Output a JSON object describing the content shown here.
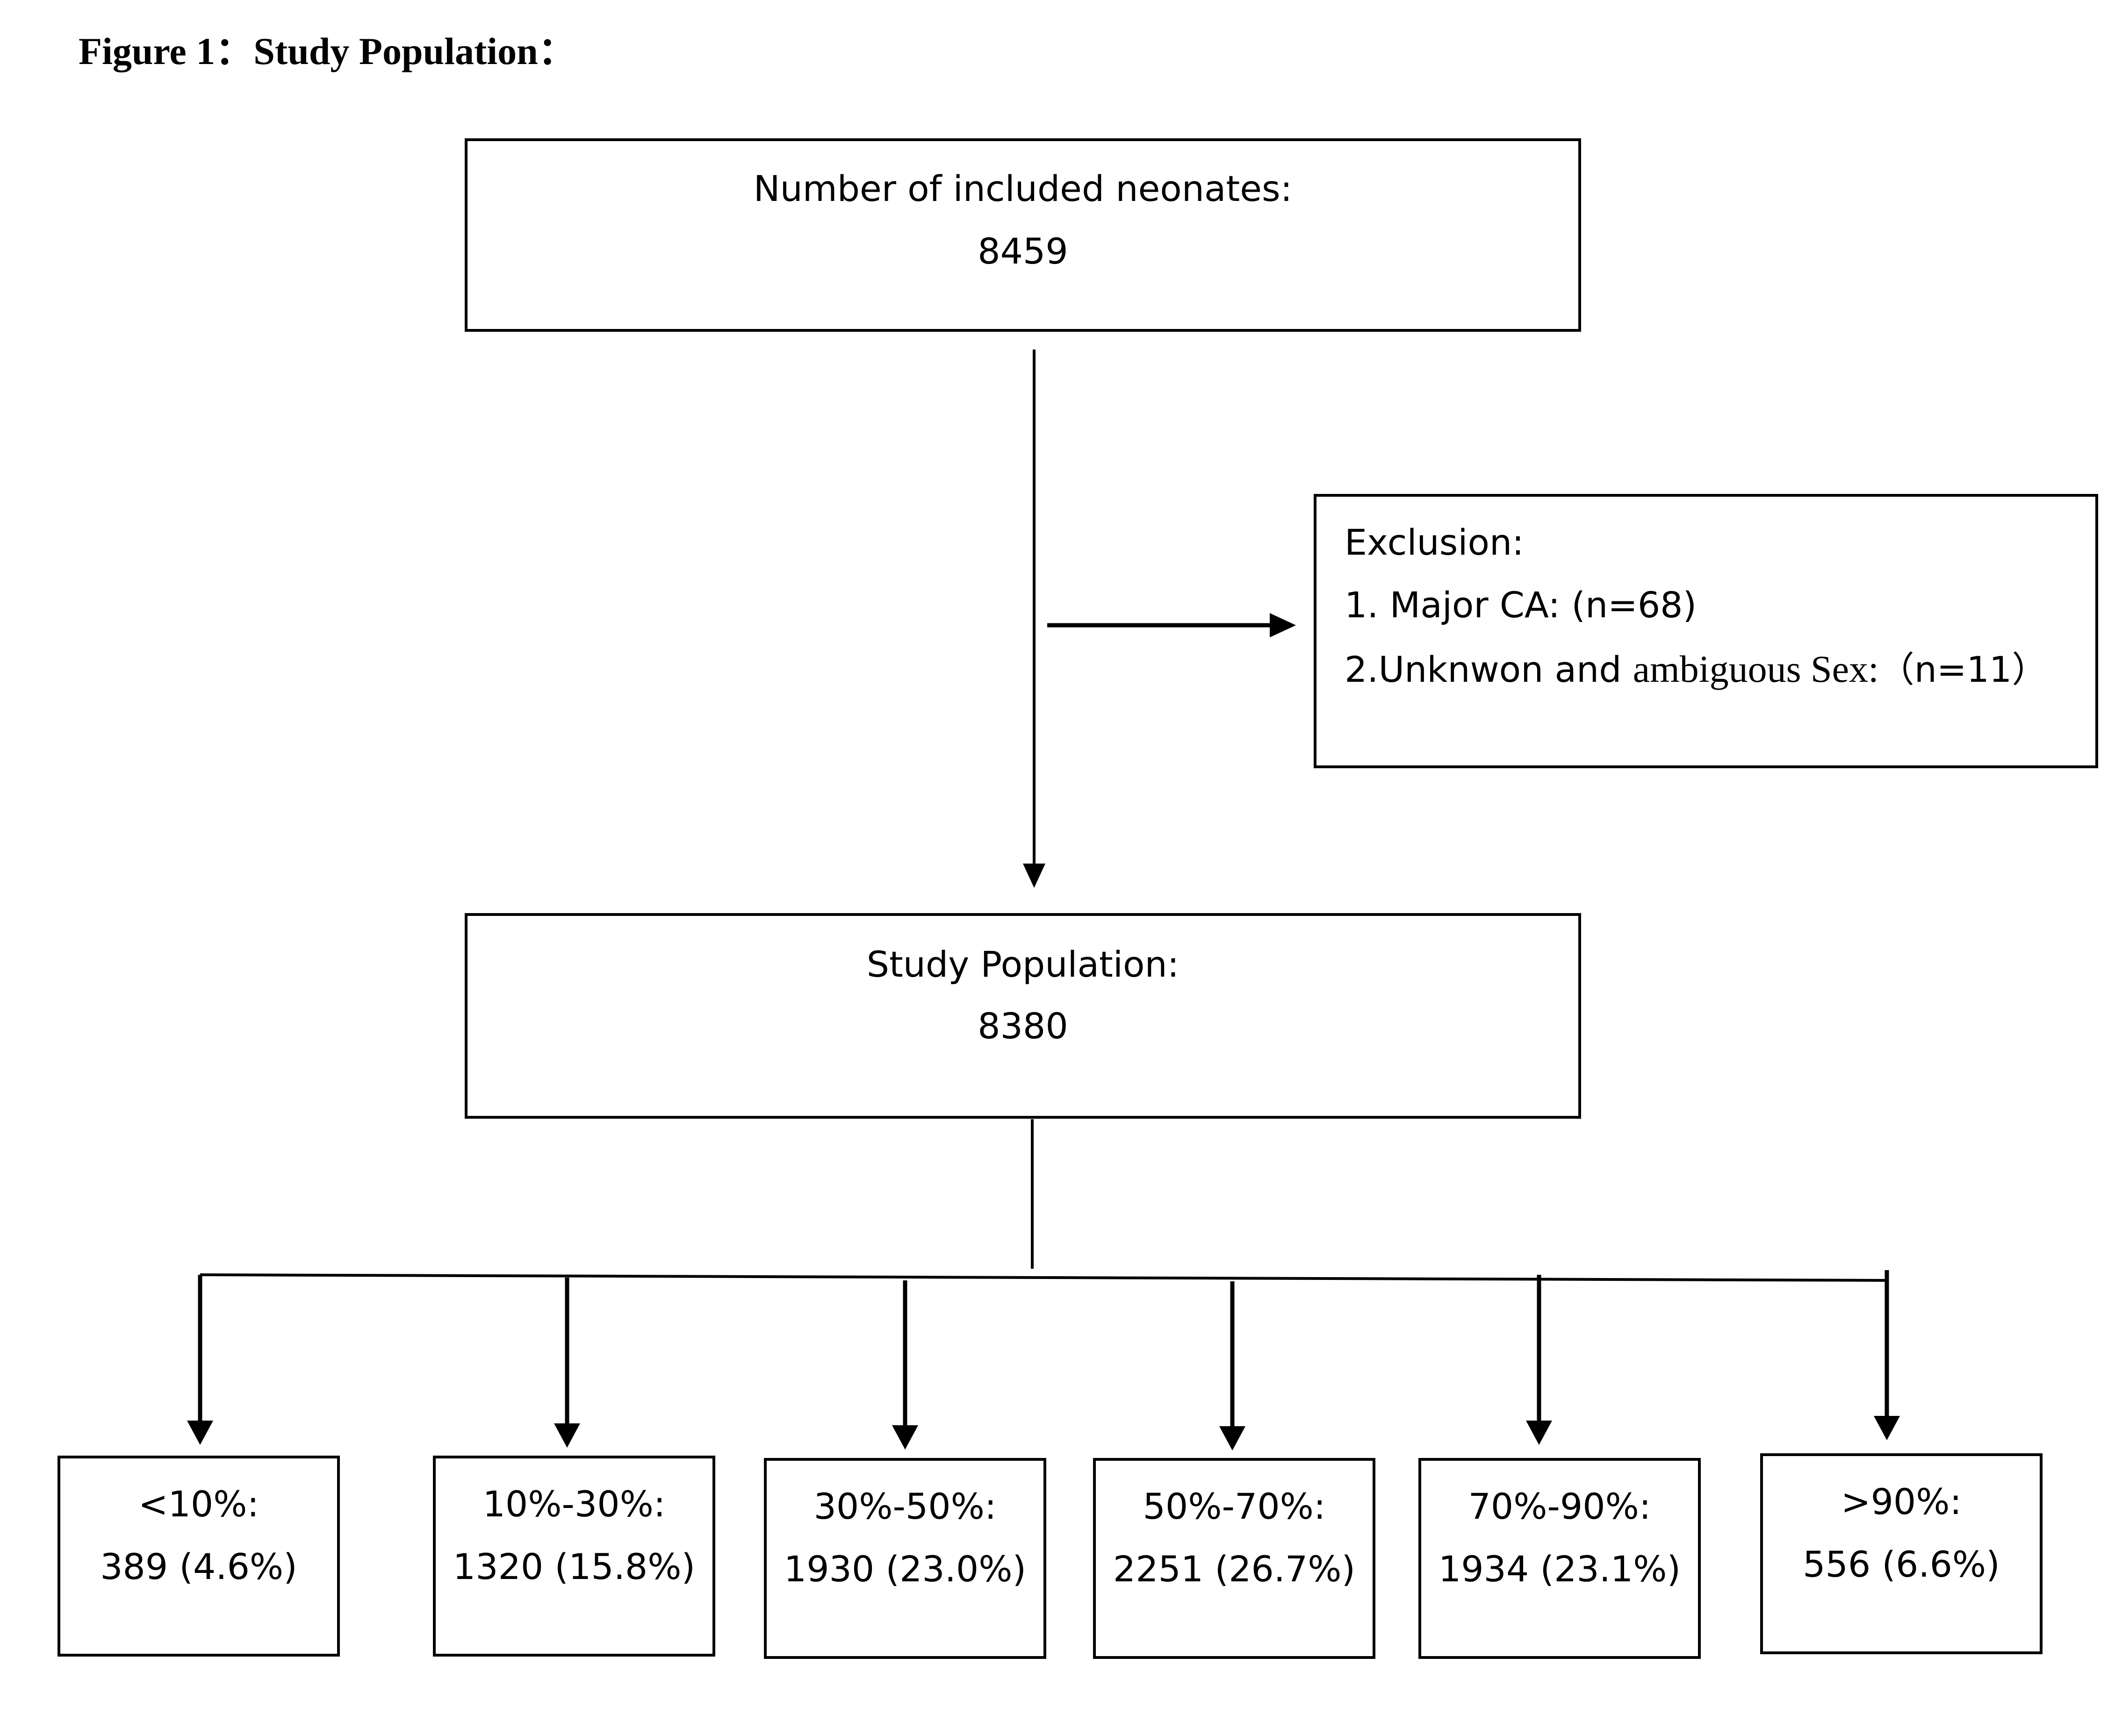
{
  "figure_title": "Figure 1：Study Population：",
  "top_box": {
    "label": "Number of included neonates:",
    "value": "8459"
  },
  "exclusion_box": {
    "heading": "Exclusion:",
    "item1": "1. Major CA: (n=68)",
    "item2_a": "2.Unknwon and ",
    "item2_b": "ambiguous Sex:",
    "item2_c": "（n=11）"
  },
  "study_box": {
    "label": "Study Population:",
    "value": "8380"
  },
  "groups": [
    {
      "label": "<10%:",
      "value": "389 (4.6%)"
    },
    {
      "label": "10%-30%:",
      "value": "1320 (15.8%)"
    },
    {
      "label": "30%-50%:",
      "value": "1930 (23.0%)"
    },
    {
      "label": "50%-70%:",
      "value": "2251 (26.7%)"
    },
    {
      "label": "70%-90%:",
      "value": "1934 (23.1%)"
    },
    {
      "label": ">90%:",
      "value": "556 (6.6%)"
    }
  ]
}
